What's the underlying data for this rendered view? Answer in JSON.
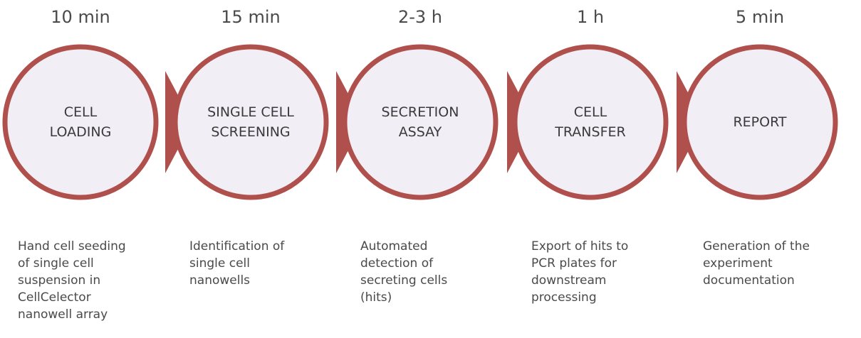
{
  "colors": {
    "ring": "#b0504d",
    "fill": "#f1eff5",
    "text": "#3a3a3a",
    "muted_text": "#4a4a4a"
  },
  "steps": [
    {
      "duration": "10 min",
      "label_line1": "CELL",
      "label_line2": "LOADING",
      "description": "Hand cell seeding\nof single cell\nsuspension in\nCellCelector\nnanowell array"
    },
    {
      "duration": "15 min",
      "label_line1": "SINGLE CELL",
      "label_line2": "SCREENING",
      "description": "Identification of\nsingle cell\nnanowells"
    },
    {
      "duration": "2-3 h",
      "label_line1": "SECRETION",
      "label_line2": "ASSAY",
      "description": "Automated\ndetection of\nsecreting cells\n(hits)"
    },
    {
      "duration": "1 h",
      "label_line1": "CELL",
      "label_line2": "TRANSFER",
      "description": "Export of hits to\nPCR plates for\ndownstream\nprocessing"
    },
    {
      "duration": "5 min",
      "label_line1": "REPORT",
      "label_line2": "",
      "description": "Generation of the\nexperiment\ndocumentation"
    }
  ]
}
